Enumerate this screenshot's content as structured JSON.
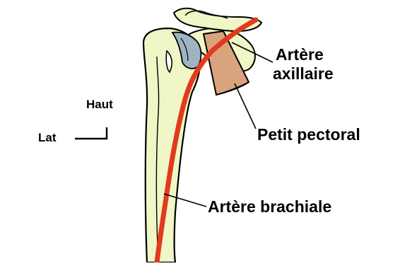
{
  "labels": {
    "axillary_line1": "Artère",
    "axillary_line2": "axillaire",
    "pectoralis_minor": "Petit pectoral",
    "brachial_artery": "Artère brachiale"
  },
  "orientation": {
    "up": "Haut",
    "lateral": "Lat"
  },
  "colors": {
    "bone": "#f0f6c6",
    "bone_outline": "#000000",
    "artery": "#e23a1e",
    "muscle": "#d9a37d",
    "joint": "#9fb3c0",
    "background": "#ffffff"
  }
}
